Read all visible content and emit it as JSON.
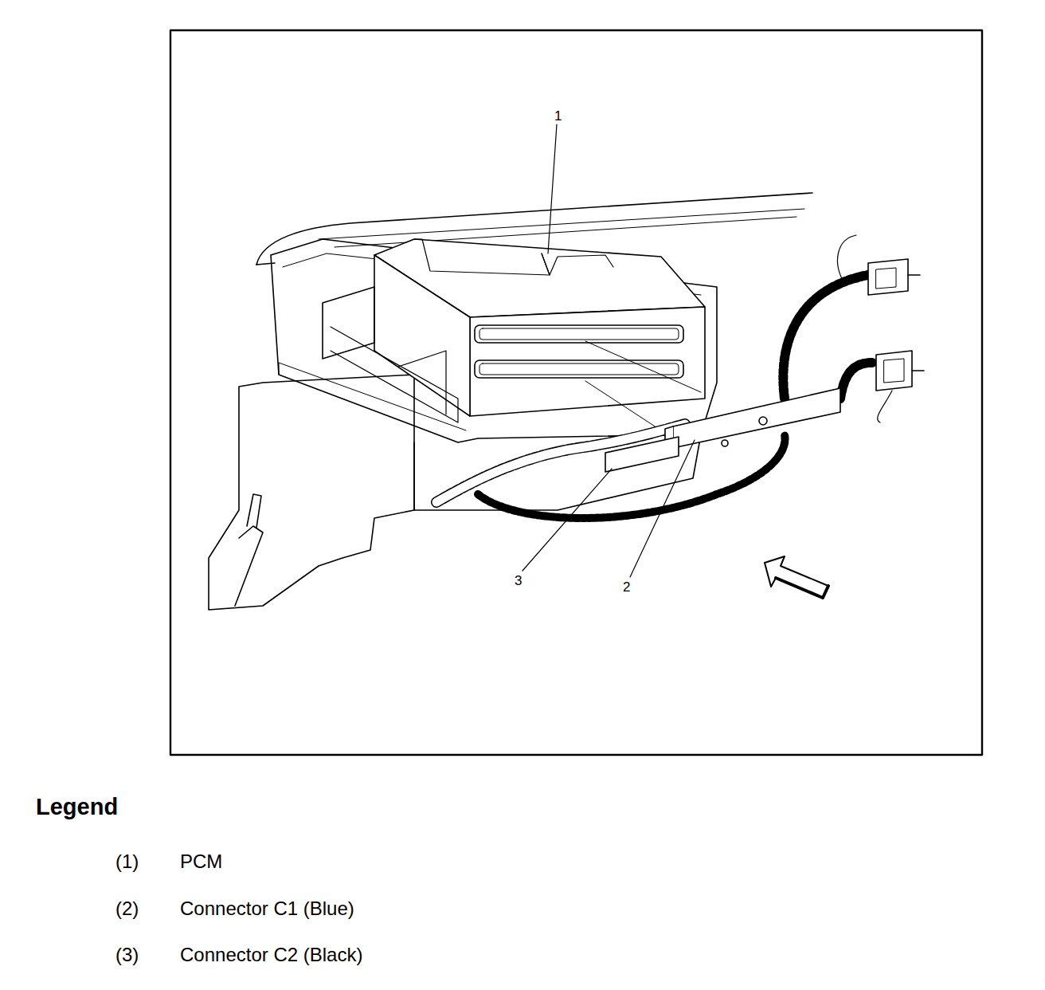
{
  "diagram": {
    "labels": [
      "1",
      "3",
      "2",
      "Legend",
      "(1)",
      "(2)",
      "(3)"
    ],
    "legend": [
      {
        "text": "PCM"
      },
      {
        "text": "Connector C1 (Blue)"
      },
      {
        "text": "Connector C2 (Black)"
      }
    ]
  }
}
